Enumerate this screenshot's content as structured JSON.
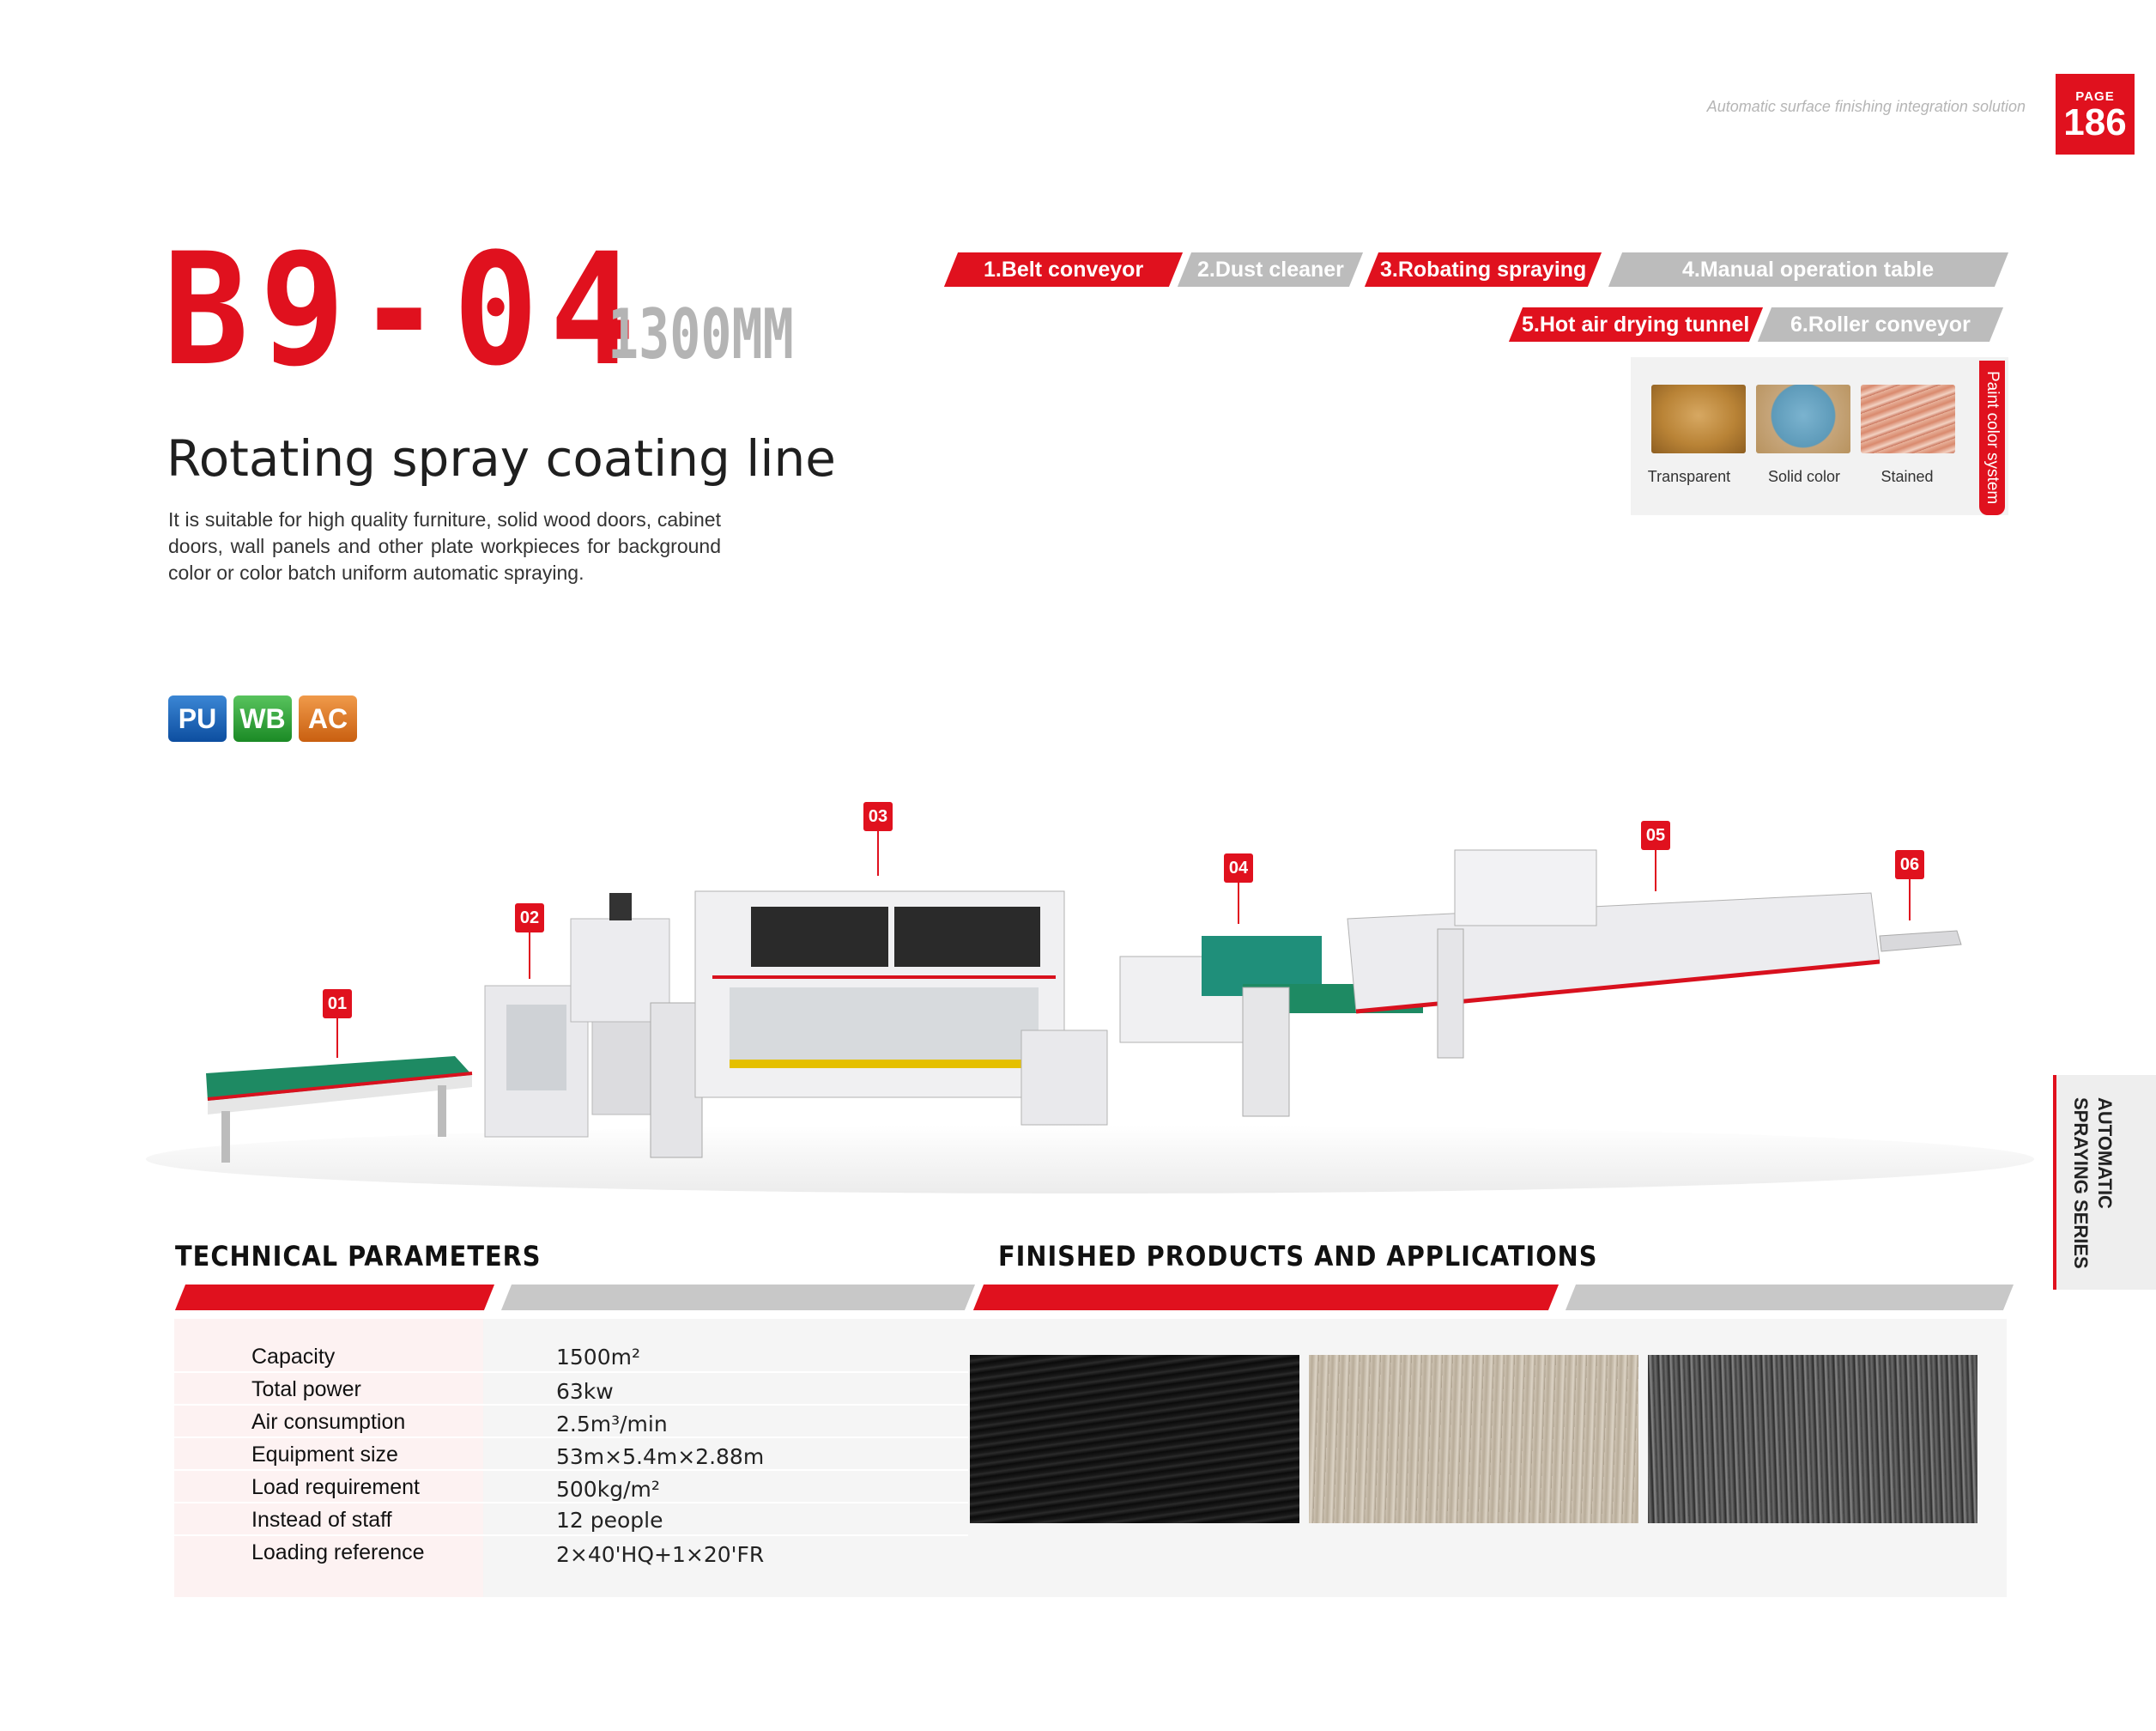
{
  "header": {
    "tagline": "Automatic surface finishing integration solution",
    "page_label": "PAGE",
    "page_number": "186"
  },
  "product": {
    "model": "B9-04",
    "size": "1300MM",
    "title": "Rotating spray coating line",
    "description": "It is suitable for high quality furniture, solid wood doors, cabinet doors, wall panels and other plate workpieces for background color or color batch uniform automatic spraying."
  },
  "coating_types": [
    "PU",
    "WB",
    "AC"
  ],
  "process_steps": [
    {
      "label": "1.Belt conveyor",
      "style": "red"
    },
    {
      "label": "2.Dust cleaner",
      "style": "grey"
    },
    {
      "label": "3.Robating spraying",
      "style": "red"
    },
    {
      "label": "4.Manual operation table",
      "style": "grey"
    },
    {
      "label": "5.Hot air drying tunnel",
      "style": "red"
    },
    {
      "label": "6.Roller conveyor",
      "style": "grey"
    }
  ],
  "paint_color_system": {
    "title": "Paint color system",
    "swatches": [
      {
        "label": "Transparent",
        "icon": "wood-swatch"
      },
      {
        "label": "Solid color",
        "icon": "blue-swatch"
      },
      {
        "label": "Stained",
        "icon": "stained-swatch"
      }
    ]
  },
  "machine_callouts": [
    "01",
    "02",
    "03",
    "04",
    "05",
    "06"
  ],
  "side_tab": {
    "line1": "AUTOMATIC",
    "line2": "SPRAYING SERIES"
  },
  "technical_parameters": {
    "title": "TECHNICAL PARAMETERS",
    "rows": [
      {
        "label": "Capacity",
        "value": "1500m²"
      },
      {
        "label": "Total power",
        "value": "63kw"
      },
      {
        "label": "Air consumption",
        "value": "2.5m³/min"
      },
      {
        "label": "Equipment size",
        "value": "53m×5.4m×2.88m"
      },
      {
        "label": "Load requirement",
        "value": "500kg/m²"
      },
      {
        "label": "Instead of staff",
        "value": "12 people"
      },
      {
        "label": "Loading reference",
        "value": "2×40'HQ+1×20'FR"
      }
    ]
  },
  "finished_products": {
    "title": "FINISHED PRODUCTS AND APPLICATIONS",
    "images": [
      "dark-wood-panel",
      "light-oak-panel",
      "grey-oak-panel"
    ]
  },
  "colors": {
    "accent": "#e0111e",
    "grey": "#bcbcbc"
  }
}
